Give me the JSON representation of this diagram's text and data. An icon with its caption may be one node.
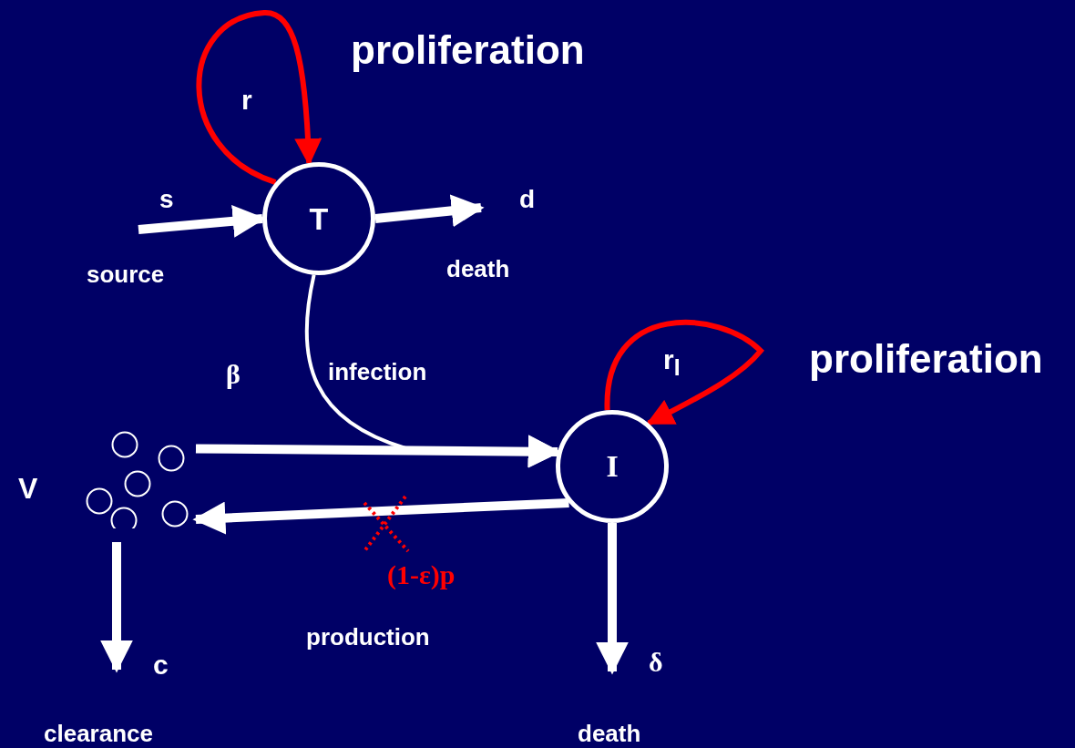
{
  "diagram": {
    "nodes": [
      {
        "text": [
          "T"
        ]
      },
      {
        "text": [
          "I"
        ]
      },
      {
        "text": [
          "V"
        ]
      }
    ],
    "edges": [
      {
        "from": null,
        "to": 0,
        "arrow": "to",
        "label": "s"
      },
      {
        "from": 0,
        "to": null,
        "arrow": "to",
        "label": "d"
      },
      {
        "from": 0,
        "to": 0,
        "arrow": "to",
        "label": "r",
        "color": "#ff0000"
      },
      {
        "from": 0,
        "to": 1,
        "arrow": "to",
        "label": "infection"
      },
      {
        "from": 2,
        "to": 1,
        "arrow": "to"
      },
      {
        "from": 1,
        "to": 2,
        "arrow": "to",
        "label": "(1-ε)p"
      },
      {
        "from": 1,
        "to": 1,
        "arrow": "to",
        "label": "r$_{I}$",
        "color": "#ff0000"
      },
      {
        "from": 2,
        "to": null,
        "arrow": "to",
        "label": "c"
      },
      {
        "from": 1,
        "to": null,
        "arrow": "to",
        "label": "δ"
      }
    ],
    "labels": [
      "proliferation",
      "death",
      "source",
      "proliferation",
      "β",
      "production",
      "clearance",
      "death"
    ]
  }
}
